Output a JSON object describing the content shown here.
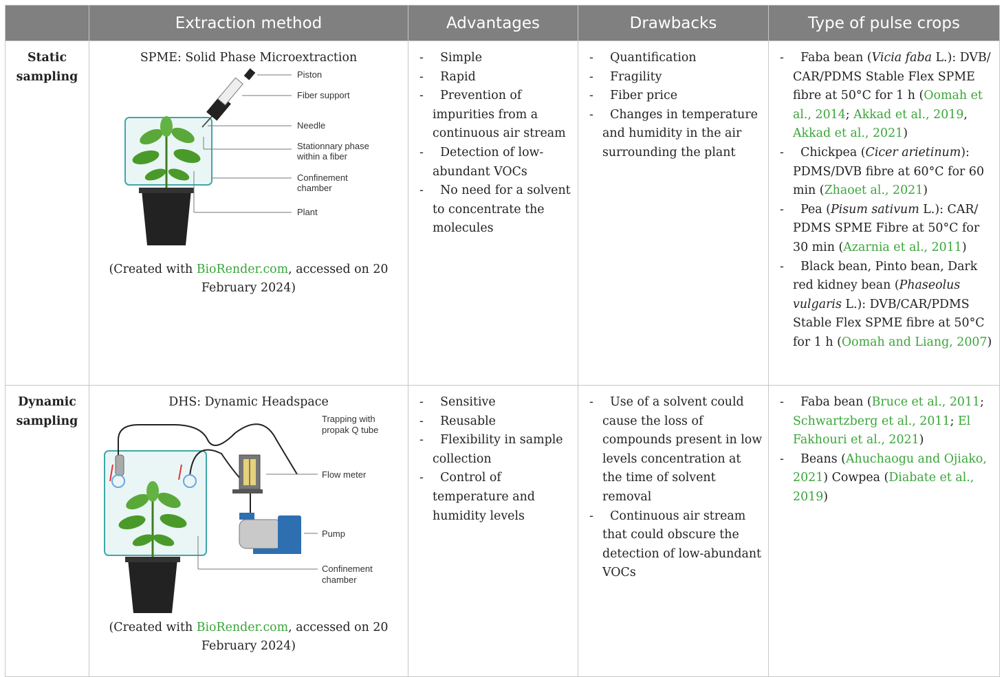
{
  "headers": [
    "Extraction method",
    "Advantages",
    "Drawbacks",
    "Type of pulse crops"
  ],
  "rows": [
    {
      "label": [
        "Static",
        "sampling"
      ],
      "method_title": "SPME: Solid Phase Microextraction",
      "figure_labels": [
        "Piston",
        "Fiber support",
        "Needle",
        "Stationnary phase",
        "within a fiber",
        "Confinement",
        "chamber",
        "Plant"
      ],
      "caption": {
        "pre": "(Created with ",
        "link": "BioRender.com",
        "post": ", accessed on 20 February 2024)"
      },
      "advantages": [
        "Simple",
        "Rapid",
        "Prevention of impurities from a continuous air stream",
        "Detection of low-abundant VOCs",
        "No need for a solvent to concentrate the molecules"
      ],
      "drawbacks": [
        "Quantification",
        "Fragility",
        "Fiber price",
        "Changes in temperature and humidity in the air surrounding the plant"
      ],
      "crops": [
        {
          "pre": "Faba bean (",
          "sci": "Vicia faba",
          "mid": " L.): DVB/ CAR/PDMS Stable Flex SPME fibre at 50°C for 1 h (",
          "refs": [
            "Oomah et al., 2014",
            "Akkad et al., 2019",
            "Akkad et al., 2021"
          ],
          "post": ")"
        },
        {
          "pre": "Chickpea (",
          "sci": "Cicer arietinum",
          "mid": "): PDMS/DVB fibre at 60°C for 60 min (",
          "refs": [
            "Zhaoet al., 2021"
          ],
          "post": ")"
        },
        {
          "pre": "Pea (",
          "sci": "Pisum sativum",
          "mid": " L.): CAR/ PDMS SPME Fibre at 50°C for 30 min (",
          "refs": [
            "Azarnia et al., 2011"
          ],
          "post": ")"
        },
        {
          "pre": "Black bean, Pinto bean, Dark red kidney bean (",
          "sci": "Phaseolus vulgaris",
          "mid": " L.): DVB/CAR/PDMS Stable Flex SPME fibre at 50°C for 1 h (",
          "refs": [
            "Oomah and Liang, 2007"
          ],
          "post": ")"
        }
      ]
    },
    {
      "label": [
        "Dynamic",
        "sampling"
      ],
      "method_title": "DHS: Dynamic Headspace",
      "figure_labels": [
        "Trapping with",
        "propak Q tube",
        "Flow meter",
        "Pump",
        "Confinement",
        "chamber"
      ],
      "caption": {
        "pre": "(Created with ",
        "link": "BioRender.com",
        "post": ", accessed on 20 February 2024)"
      },
      "advantages": [
        "Sensitive",
        "Reusable",
        "Flexibility in sample collection",
        "Control of temperature and humidity levels"
      ],
      "drawbacks": [
        "Use of a solvent could cause the loss of compounds present in low levels concentration at the time of solvent removal",
        "Continuous air stream that could obscure the detection of low-abundant VOCs"
      ],
      "crops": [
        {
          "pre": "Faba bean (",
          "refs": [
            "Bruce et al., 2011",
            "Schwartzberg et al., 2011",
            "El Fakhouri et al., 2021"
          ],
          "post": ")"
        },
        {
          "pre": "Beans (",
          "refs": [
            "Ahuchaogu and Ojiako, 2021"
          ],
          "mid": ") Cowpea (",
          "refs2": [
            "Diabate et al., 2019"
          ],
          "post": ")"
        }
      ]
    }
  ],
  "colors": {
    "header_bg": "#808080",
    "link": "#3aa53a",
    "chamber": "#3fa7a7",
    "leaf": "#4a9a2a",
    "pot": "#222222",
    "pump": "#2d6fb0"
  }
}
